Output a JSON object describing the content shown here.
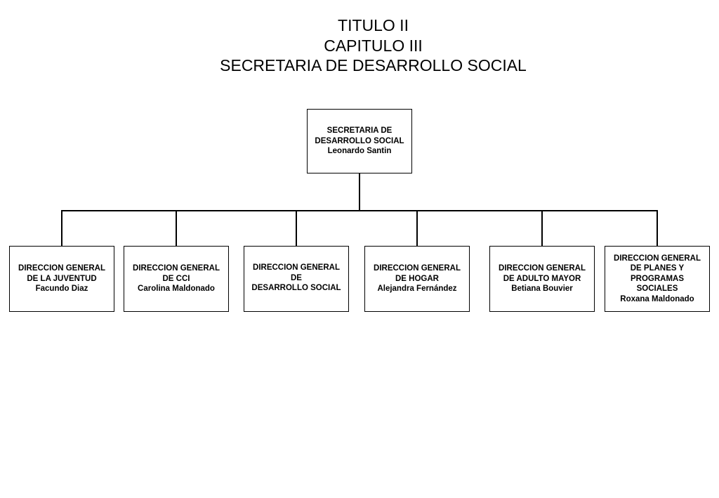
{
  "title": {
    "line1": "TITULO II",
    "line2": "CAPITULO III",
    "line3": "SECRETARIA DE DESARROLLO SOCIAL"
  },
  "root": {
    "lines": [
      "SECRETARIA DE",
      "DESARROLLO SOCIAL",
      "Leonardo Santin"
    ]
  },
  "children": [
    {
      "lines": [
        "DIRECCION GENERAL",
        "DE LA JUVENTUD",
        "Facundo Diaz"
      ]
    },
    {
      "lines": [
        "DIRECCION GENERAL",
        "DE CCI",
        "Carolina Maldonado"
      ]
    },
    {
      "lines": [
        "DIRECCION GENERAL",
        "DE",
        "DESARROLLO SOCIAL"
      ]
    },
    {
      "lines": [
        "DIRECCION GENERAL",
        "DE HOGAR",
        "Alejandra Fernández"
      ]
    },
    {
      "lines": [
        "DIRECCION GENERAL",
        "DE ADULTO MAYOR",
        "Betiana Bouvier"
      ]
    },
    {
      "lines": [
        "DIRECCION GENERAL",
        "DE PLANES Y",
        "PROGRAMAS",
        "SOCIALES",
        "Roxana Maldonado"
      ]
    }
  ]
}
